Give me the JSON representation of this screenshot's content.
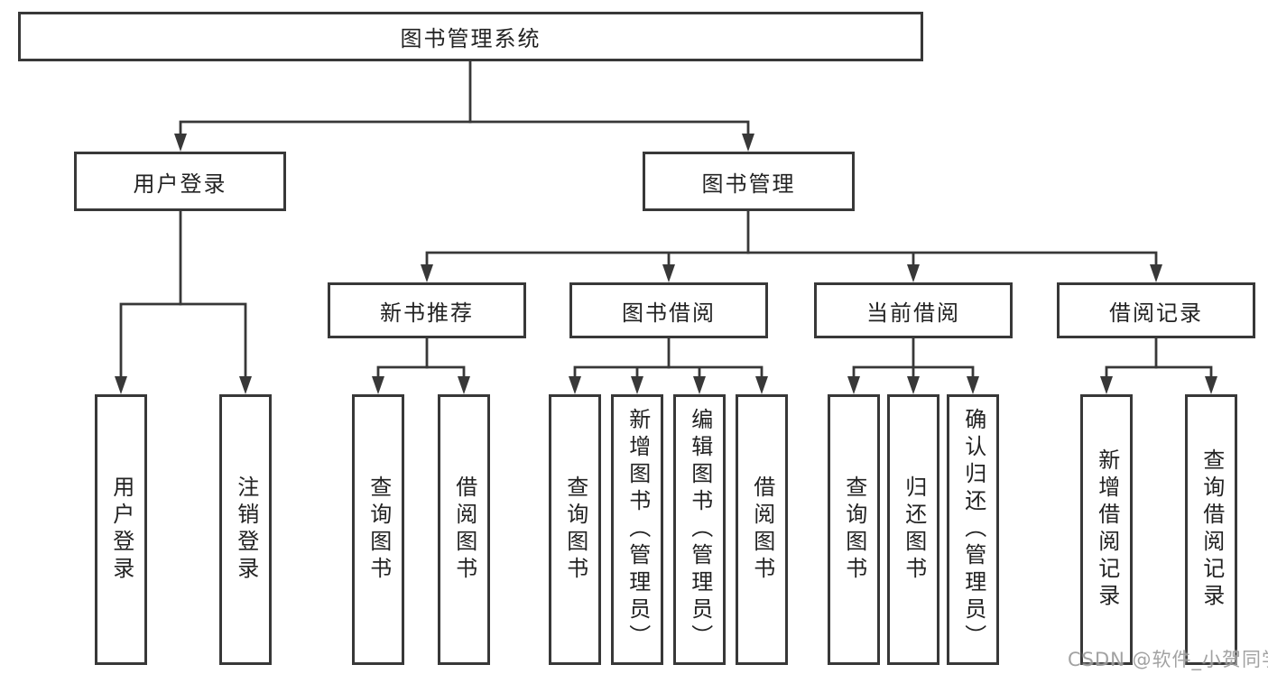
{
  "diagram": {
    "kind": "hierarchy-tree",
    "background": "#ffffff",
    "line_color": "#383838",
    "box_border_color": "#383838",
    "text_color": "#222222"
  },
  "tree": {
    "label": "图书管理系统",
    "children": [
      {
        "label": "用户登录",
        "children": [
          {
            "label": "用户登录"
          },
          {
            "label": "注销登录"
          }
        ]
      },
      {
        "label": "图书管理",
        "children": [
          {
            "label": "新书推荐",
            "children": [
              {
                "label": "查询图书"
              },
              {
                "label": "借阅图书"
              }
            ]
          },
          {
            "label": "图书借阅",
            "children": [
              {
                "label": "查询图书"
              },
              {
                "label": "新增图书（管理员）"
              },
              {
                "label": "编辑图书（管理员）"
              },
              {
                "label": "借阅图书"
              }
            ]
          },
          {
            "label": "当前借阅",
            "children": [
              {
                "label": "查询图书"
              },
              {
                "label": "归还图书"
              },
              {
                "label": "确认归还（管理员）"
              }
            ]
          },
          {
            "label": "借阅记录",
            "children": [
              {
                "label": "新增借阅记录"
              },
              {
                "label": "查询借阅记录"
              }
            ]
          }
        ]
      }
    ]
  },
  "watermark": {
    "text": "CSDN @软件_小贺同学",
    "color": "#9b9b9b"
  }
}
